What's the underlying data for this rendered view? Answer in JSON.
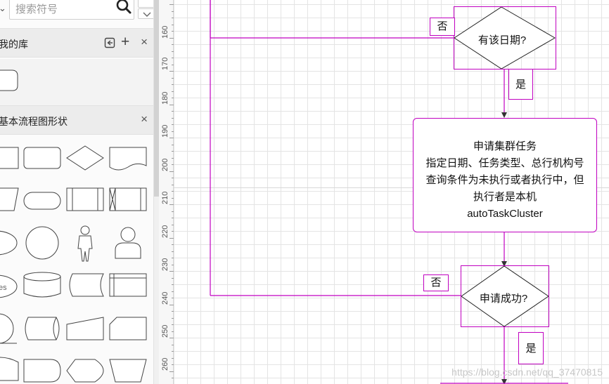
{
  "search": {
    "placeholder": "搜索符号"
  },
  "libraries": {
    "my_library": {
      "title": "我的库"
    },
    "basic_flowchart": {
      "title": "基本流程图形状"
    }
  },
  "ruler": {
    "ticks": [
      "160",
      "170",
      "180",
      "190",
      "200",
      "210",
      "220",
      "230",
      "240",
      "250",
      "260"
    ]
  },
  "flowchart": {
    "decision1": {
      "text": "有该日期?"
    },
    "decision1_no": {
      "text": "否"
    },
    "decision1_yes": {
      "text": "是"
    },
    "process": {
      "line1": "申请集群任务",
      "line2": "指定日期、任务类型、总行机构号",
      "line3": "查询条件为未执行或者执行中，但",
      "line4": "执行者是本机",
      "line5": "autoTaskCluster"
    },
    "decision2": {
      "text": "申请成功?"
    },
    "decision2_no": {
      "text": "否"
    },
    "decision2_yes": {
      "text": "是"
    }
  },
  "watermark": "https://blog.csdn.net/qq_37470815",
  "colors": {
    "connector": "#c000c0",
    "arrow": "#333333"
  }
}
